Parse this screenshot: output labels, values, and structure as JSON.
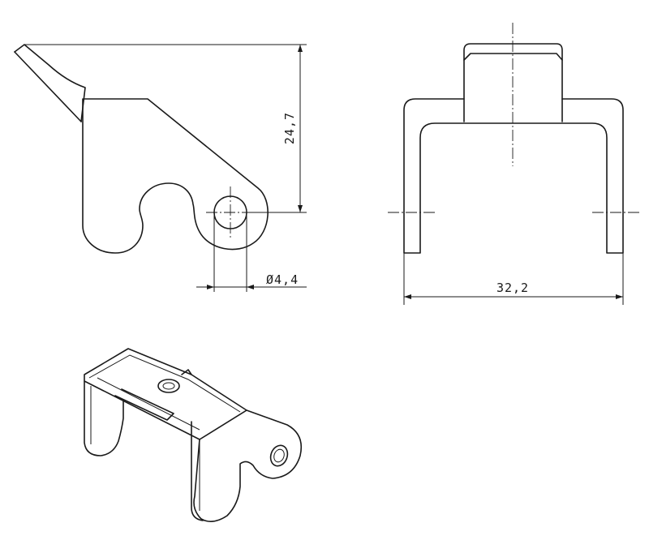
{
  "drawing": {
    "dimensions": {
      "height": "24,7",
      "hole_diameter": "Ø4,4",
      "width": "32,2"
    }
  }
}
